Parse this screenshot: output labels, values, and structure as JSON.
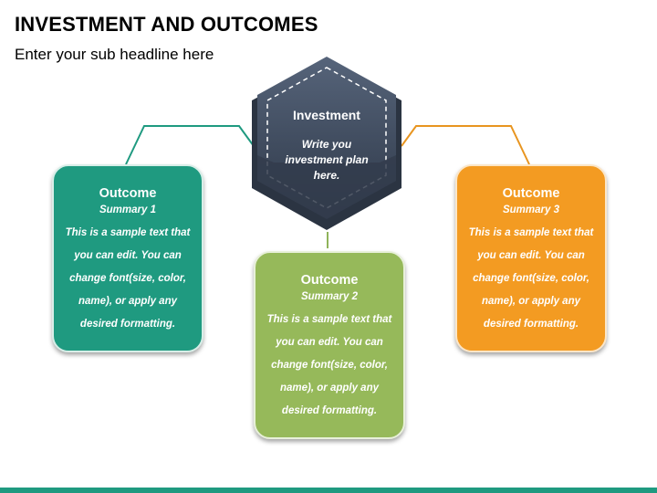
{
  "header": {
    "title": "INVESTMENT AND OUTCOMES",
    "subtitle": "Enter your sub headline here"
  },
  "center": {
    "title": "Investment",
    "body": "Write you investment plan here.",
    "color": "#3d4a5c"
  },
  "outcomes": [
    {
      "title": "Outcome",
      "subtitle": "Summary 1",
      "body": "This is a sample text that you can edit. You can change font(size, color, name), or apply any desired formatting.",
      "color": "#1f9a80"
    },
    {
      "title": "Outcome",
      "subtitle": "Summary 2",
      "body": "This is a sample text that you can edit. You can change font(size, color, name), or apply any desired formatting.",
      "color": "#96b95a"
    },
    {
      "title": "Outcome",
      "subtitle": "Summary 3",
      "body": "This is a sample text that you can edit. You can change font(size, color, name), or apply any desired formatting.",
      "color": "#f39b22"
    }
  ],
  "colors": {
    "accent_bar": "#1f9a80"
  }
}
